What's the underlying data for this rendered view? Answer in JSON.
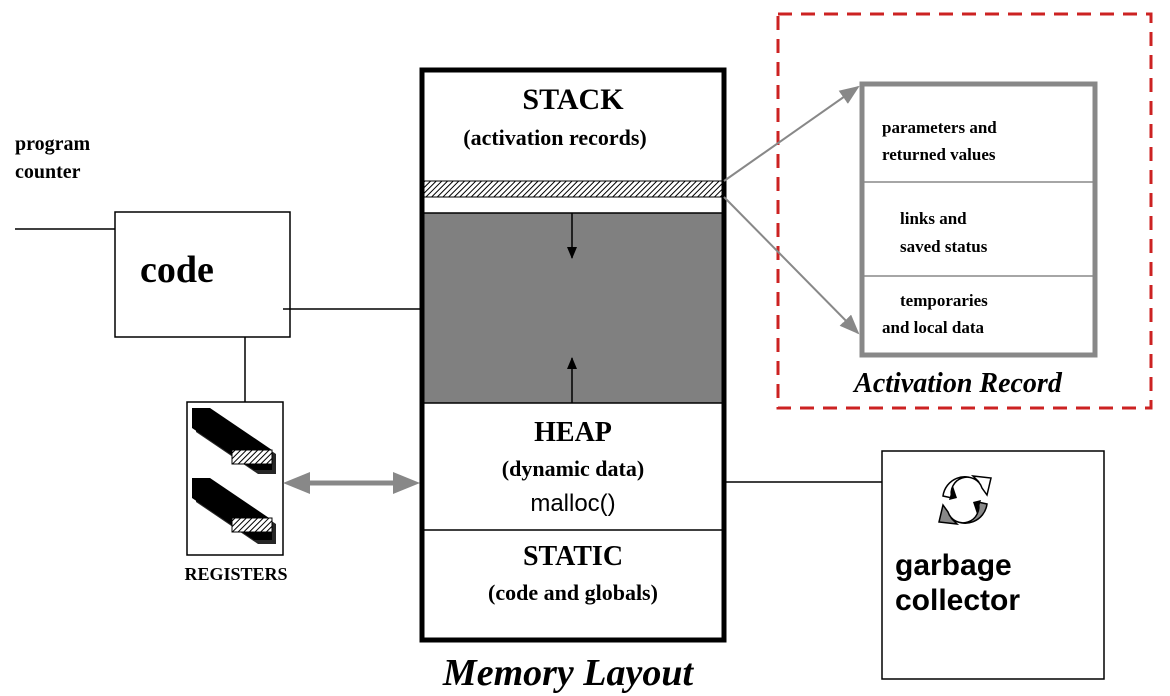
{
  "diagram": {
    "program_counter": [
      "program",
      "counter"
    ],
    "code_label": "code",
    "registers_label": "REGISTERS",
    "memory": {
      "stack_title": "STACK",
      "stack_subtitle": "(activation records)",
      "heap_title": "HEAP",
      "heap_subtitle": "(dynamic data)",
      "heap_call": "malloc()",
      "static_title": "STATIC",
      "static_subtitle": "(code and globals)",
      "caption": "Memory Layout"
    },
    "activation_record": {
      "caption": "Activation Record",
      "sections": [
        [
          "parameters and",
          "returned values"
        ],
        [
          "links and",
          "saved status"
        ],
        [
          "temporaries",
          "and local data"
        ]
      ]
    },
    "garbage_collector": [
      "garbage",
      "collector"
    ],
    "icons": [
      "recycle-icon",
      "register-chip-icon"
    ],
    "colors": {
      "stack_free_area": "#808080",
      "activation_border": "#cc2222",
      "activation_frame": "#888888",
      "arrow_gray": "#888888"
    }
  }
}
